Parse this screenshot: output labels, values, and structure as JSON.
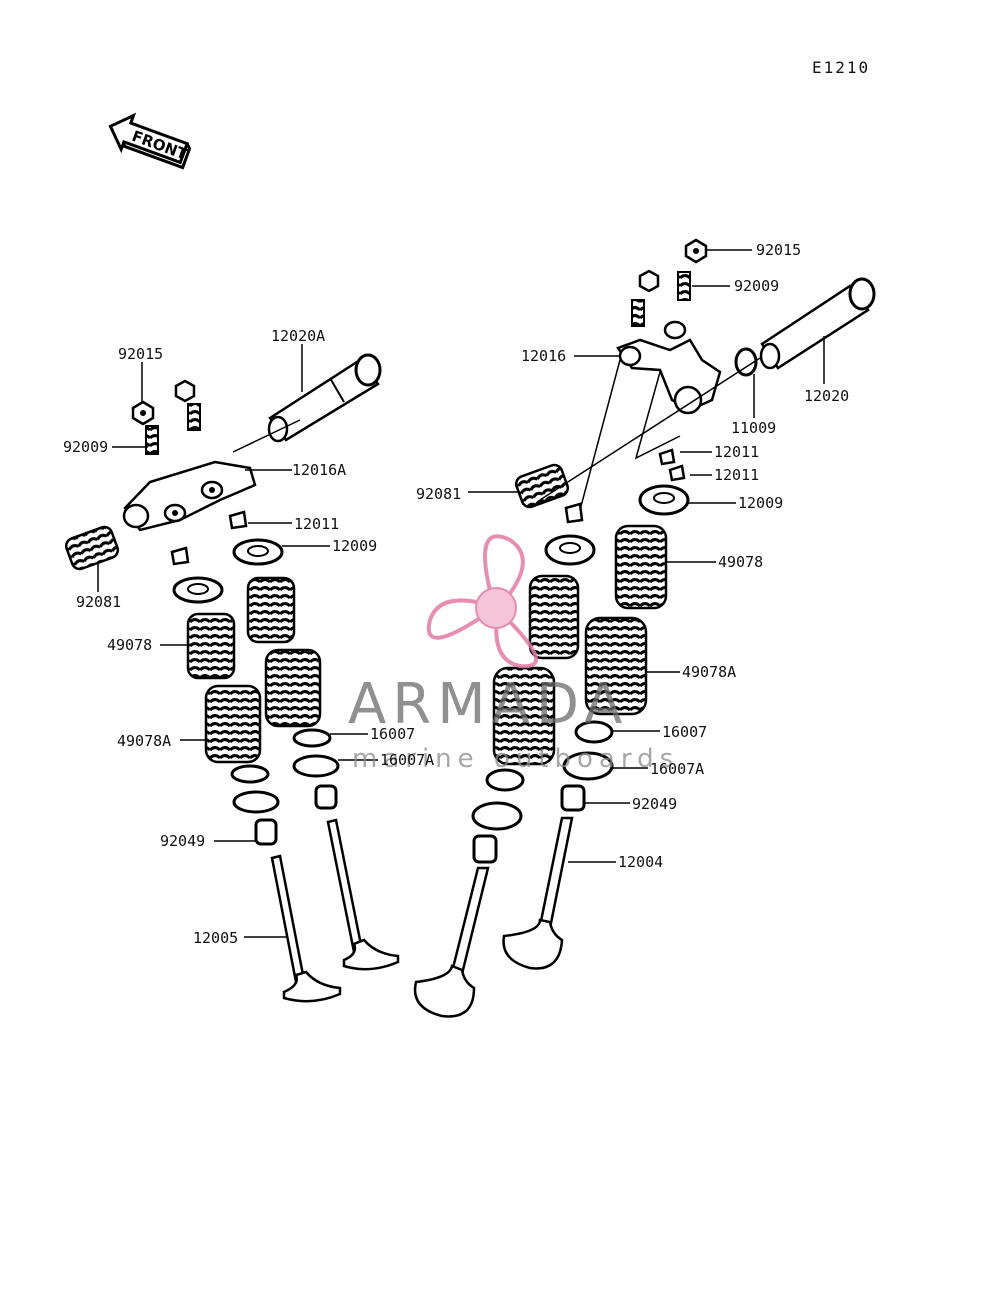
{
  "diagram": {
    "code": "E1210",
    "front_label": "FRONT",
    "watermark": {
      "name": "ARMADA",
      "subtitle": "marine outboards"
    },
    "labels": {
      "l_92015_left": "92015",
      "l_92009_left": "92009",
      "l_12020A": "12020A",
      "l_12016A": "12016A",
      "l_12011_left": "12011",
      "l_12009_left": "12009",
      "l_92081_left": "92081",
      "l_49078_left": "49078",
      "l_49078A_left": "49078A",
      "l_16007_left": "16007",
      "l_16007A_left": "16007A",
      "l_92049_left": "92049",
      "l_12005": "12005",
      "l_92015_right": "92015",
      "l_92009_right": "92009",
      "l_12016": "12016",
      "l_12020": "12020",
      "l_11009": "11009",
      "l_12011_right_a": "12011",
      "l_12011_right_b": "12011",
      "l_92081_right": "92081",
      "l_12009_right": "12009",
      "l_49078_right": "49078",
      "l_49078A_right": "49078A",
      "l_16007_right": "16007",
      "l_16007A_right": "16007A",
      "l_92049_right": "92049",
      "l_12004": "12004"
    }
  }
}
